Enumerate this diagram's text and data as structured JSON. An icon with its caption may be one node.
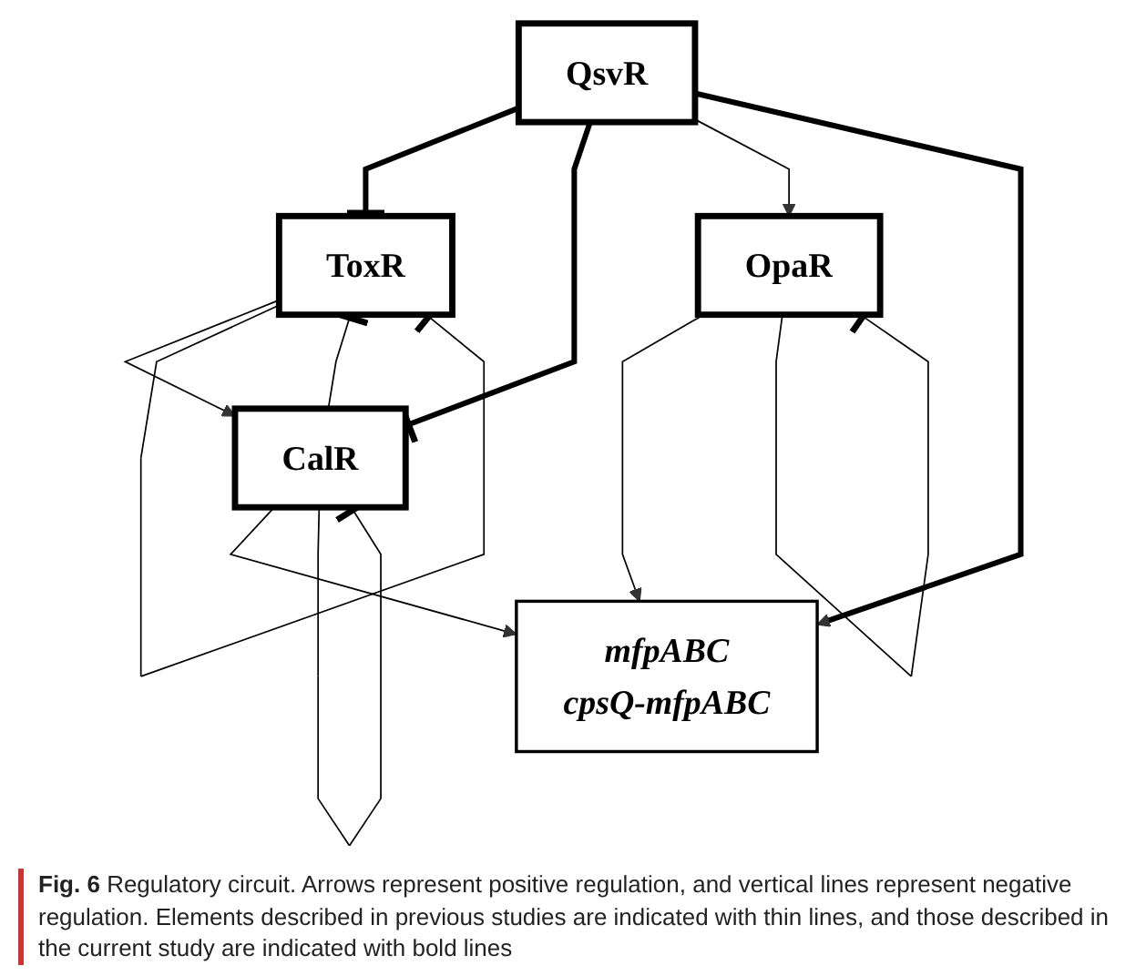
{
  "diagram": {
    "caption": "**Fig. 6** Regulatory circuit. Arrows represent positive regulation, and vertical lines represent negative regulation. Elements described in previous studies are indicated with thin lines, and those described in the current study are indicated with bold lines",
    "nodes": [
      {
        "text": [
          "QsvR"
        ]
      },
      {
        "text": [
          "ToxR"
        ]
      },
      {
        "text": [
          "CalR"
        ]
      },
      {
        "text": [
          "OpaR"
        ]
      },
      {
        "text": [
          "mfpABC",
          "cpsQ-mfpABC"
        ]
      }
    ],
    "edges": [
      {
        "from": 0,
        "to": 1,
        "arrow": "other",
        "style": "thick"
      },
      {
        "from": 0,
        "to": 2,
        "arrow": "other",
        "style": "thick"
      },
      {
        "from": 0,
        "to": 3,
        "arrow": "to"
      },
      {
        "from": 1,
        "to": 2,
        "arrow": "to"
      },
      {
        "from": 2,
        "to": 1,
        "arrow": "other"
      },
      {
        "from": 2,
        "to": 4,
        "arrow": "to"
      },
      {
        "from": 3,
        "to": 4,
        "arrow": "to"
      },
      {
        "from": 0,
        "to": 4,
        "arrow": "to",
        "style": "thick"
      },
      {
        "from": 1,
        "to": 1,
        "arrow": "other"
      },
      {
        "from": 2,
        "to": 2,
        "arrow": "other"
      },
      {
        "from": 3,
        "to": 3,
        "arrow": "other"
      }
    ]
  }
}
